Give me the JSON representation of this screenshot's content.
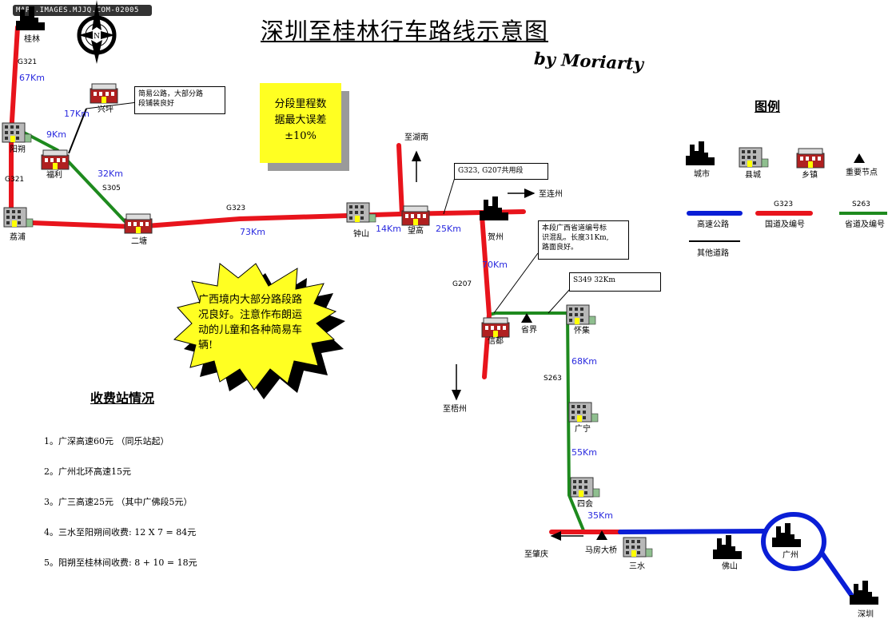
{
  "watermark": "MAPS.IMAGES.MJJQ.COM-02005",
  "title": "深圳至桂林行车路线示意图",
  "author": "by Moriarty",
  "compass_letter": "N",
  "note_yellow": [
    "分段里程数",
    "据最大误差",
    "±10%"
  ],
  "starburst": "广西境内大部分路段路况良好。注意作布朗运动的儿童和各种简易车辆!",
  "callouts": {
    "simple_road": [
      "简易公路，大部分路",
      "段铺装良好"
    ],
    "shared_road": "G323, G207共用段",
    "provincial": [
      "本段广西省道编号标",
      "识混乱。长度31Km,",
      "路面良好。"
    ],
    "s349": "S349 32Km"
  },
  "places": {
    "guilin": "桂林",
    "yangshuo": "阳朔",
    "fuli": "福利",
    "xingping": "兴坪",
    "lipu": "荔浦",
    "ertang": "二塘",
    "zhongshan": "钟山",
    "wanggao": "望高",
    "hezhou": "贺州",
    "xindu": "信都",
    "shengjie": "省界",
    "huaiji": "怀集",
    "guangning": "广宁",
    "sihui": "四会",
    "mafangdaqiao": "马房大桥",
    "sanshui": "三水",
    "foshan": "佛山",
    "guangzhou": "广州",
    "shenzhen": "深圳"
  },
  "directions": {
    "to_hunan": "至湖南",
    "to_lianzhou": "至连州",
    "to_wuzhou": "至梧州",
    "to_zhaoqing": "至肇庆"
  },
  "roads": {
    "g321_top": "G321",
    "g321_low": "G321",
    "s305": "S305",
    "g323": "G323",
    "g207": "G207",
    "s263": "S263"
  },
  "distances": {
    "guilin_yangshuo": "67Km",
    "xingping": "17Km",
    "yangshuo_fuli": "9Km",
    "fuli_ertang": "32Km",
    "ertang_zhongshan": "73Km",
    "zhongshan_wanggao": "14Km",
    "wanggao_hezhou": "25Km",
    "hezhou_xindu": "70Km",
    "huaiji_guangning": "68Km",
    "guangning_sihui": "55Km",
    "sihui_mafang": "35Km"
  },
  "toll": {
    "title": "收费站情况",
    "items": [
      "1。广深高速60元 （同乐站起）",
      "2。广州北环高速15元",
      "3。广三高速25元 （其中广佛段5元）",
      "4。三水至阳朔间收费: 12 X 7 = 84元",
      "5。阳朔至桂林间收费: 8 + 10 = 18元"
    ]
  },
  "legend": {
    "title": "图例",
    "city": "城市",
    "county": "县城",
    "town": "乡镇",
    "node": "重要节点",
    "highway": "高速公路",
    "national": "国道及编号",
    "national_code": "G323",
    "provincial": "省道及编号",
    "provincial_code": "S263",
    "other": "其他道路"
  },
  "colors": {
    "national": "#e8141c",
    "provincial": "#1e8a1e",
    "highway": "#0a1ed6",
    "distance_text": "#2a2adf",
    "note_fill": "#ffff22"
  }
}
